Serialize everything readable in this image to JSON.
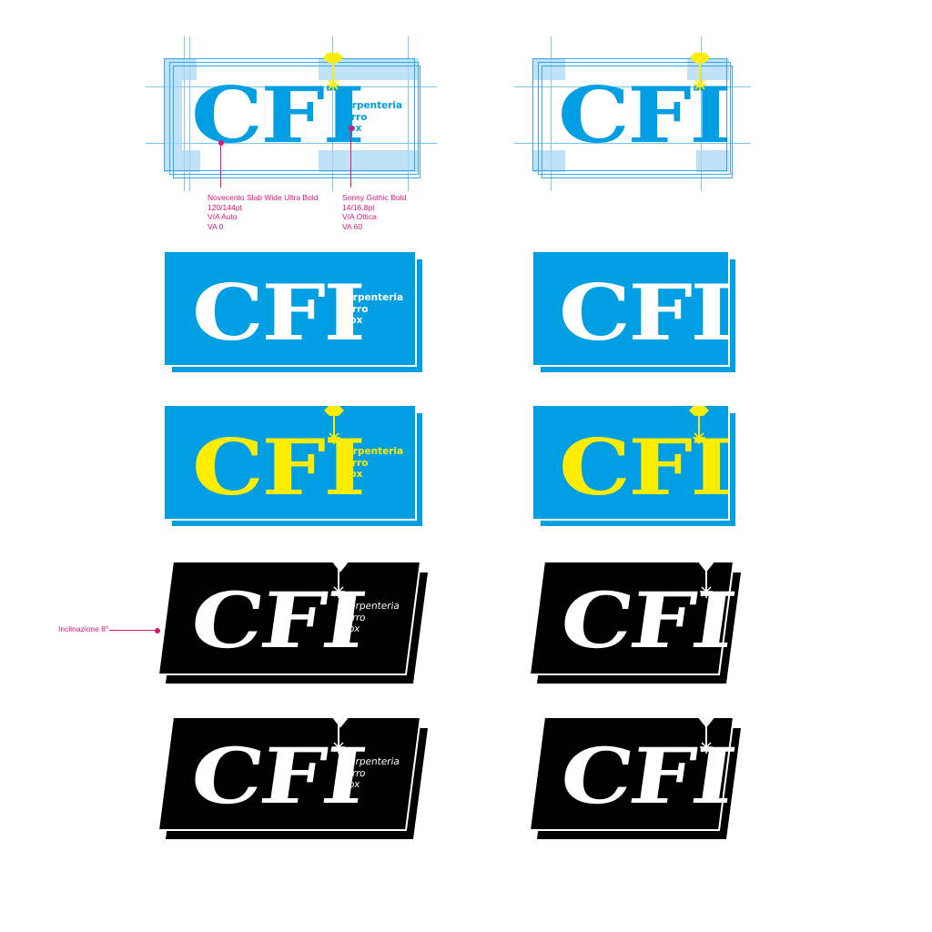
{
  "brand": {
    "initials": "CFI",
    "line1": "Carpenteria",
    "line2": "Ferro",
    "line3": "Inox"
  },
  "annotations": {
    "font_main": {
      "name": "Novecento Slab Wide Ultra Bold",
      "size": "120/144pt",
      "va": "V/A Auto",
      "tracking": "VA 0"
    },
    "font_sub": {
      "name": "Sonny Gothic Bold",
      "size": "14/16,8pt",
      "va": "V/A Ottica",
      "tracking": "VA 60"
    },
    "skew": "Inclinazione 8°"
  },
  "colors": {
    "blue": "#009fe3",
    "yellow": "#ffed00",
    "black": "#000000",
    "white": "#ffffff",
    "magenta": "#e0157a",
    "guide": "#7fc6ee"
  }
}
